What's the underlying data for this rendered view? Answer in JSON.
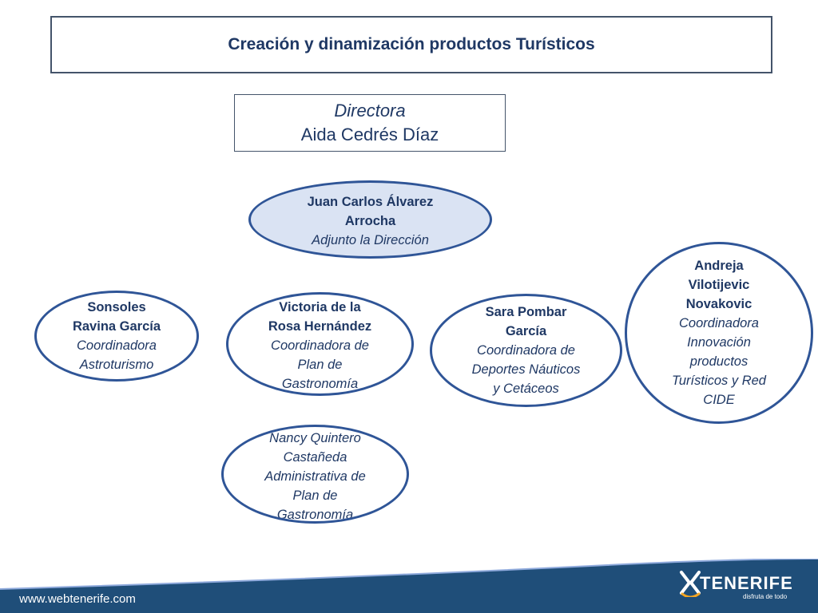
{
  "header": {
    "title": "Creación y dinamización productos Turísticos"
  },
  "director": {
    "role": "Directora",
    "name": "Aida Cedrés Díaz"
  },
  "nodes": {
    "adjunto": {
      "name_line1": "Juan Carlos Álvarez",
      "name_line2": "Arrocha",
      "role": "Adjunto la Dirección"
    },
    "sonsoles": {
      "name_line1": "Sonsoles",
      "name_line2": "Ravina García",
      "role_line1": "Coordinadora",
      "role_line2": "Astroturismo"
    },
    "victoria": {
      "name_line1": "Victoria de la",
      "name_line2": "Rosa Hernández",
      "role_line1": "Coordinadora de",
      "role_line2": "Plan de",
      "role_line3": "Gastronomía"
    },
    "sara": {
      "name_line1": "Sara Pombar",
      "name_line2": "García",
      "role_line1": "Coordinadora de",
      "role_line2": "Deportes Náuticos",
      "role_line3": "y Cetáceos"
    },
    "andreja": {
      "name_line1": "Andreja",
      "name_line2": "Vilotijevic",
      "name_line3": "Novakovic",
      "role_line1": "Coordinadora",
      "role_line2": "Innovación",
      "role_line3": "productos",
      "role_line4": "Turísticos y Red",
      "role_line5": "CIDE"
    },
    "nancy": {
      "role_line1": "Nancy Quintero",
      "role_line2": "Castañeda",
      "role_line3": "Administrativa de",
      "role_line4": "Plan de",
      "role_line5": "Gastronomía"
    }
  },
  "footer": {
    "url": "www.webtenerife.com",
    "logo_word": "TENERIFE",
    "logo_tagline": "disfruta de todo"
  },
  "colors": {
    "navy": "#1f3864",
    "ellipse_border": "#2f5597",
    "adjunto_fill": "#dae3f3",
    "footer_band": "#1f4e79",
    "logo_accent": "#f5a623"
  }
}
